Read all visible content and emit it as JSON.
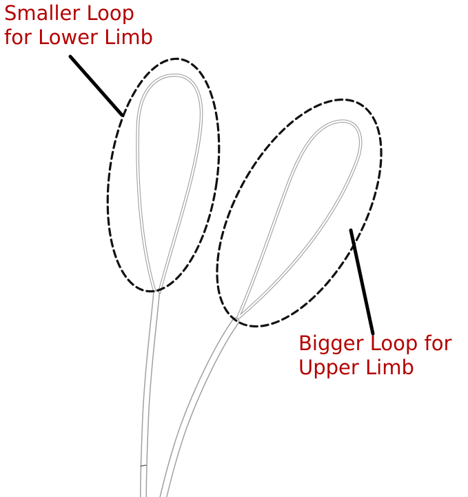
{
  "annotations": {
    "text_color": "#b30000",
    "small_loop": {
      "line1": "Smaller Loop",
      "line2": "for Lower Limb"
    },
    "big_loop": {
      "line1": "Bigger Loop for",
      "line2": "Upper Limb"
    }
  }
}
